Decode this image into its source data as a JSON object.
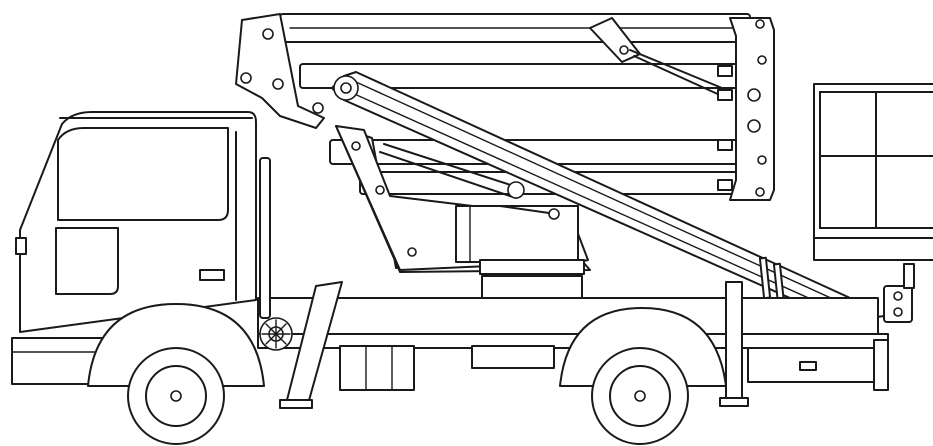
{
  "image": {
    "background": "#ffffff",
    "line_color": "#1a1a1a"
  },
  "parts": {
    "cab": "truck-cab",
    "boom": "telescopic-boom",
    "arm": "upper-arm-section",
    "basket": "work-basket",
    "outrigger": "outrigger-leg",
    "wheels": "wheels"
  }
}
